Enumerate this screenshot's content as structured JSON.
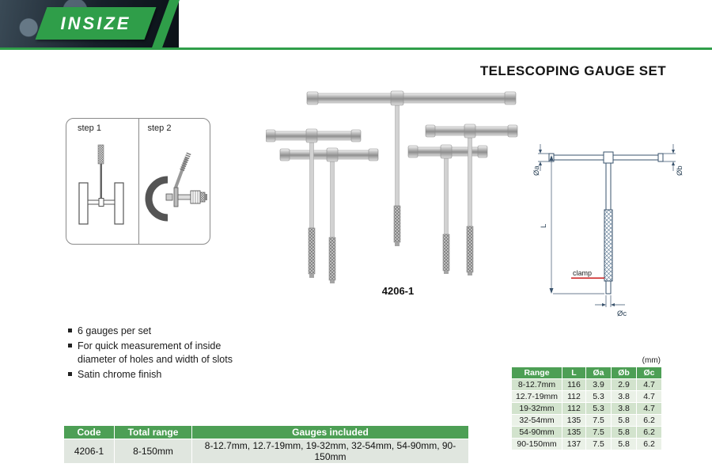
{
  "brand": {
    "logo": "INSIZE"
  },
  "title": "TELESCOPING GAUGE SET",
  "steps": {
    "step1": "step 1",
    "step2": "step 2"
  },
  "product": {
    "code": "4206-1"
  },
  "features": [
    "6 gauges per set",
    "For quick measurement of inside diameter of holes and width of slots",
    "Satin chrome finish"
  ],
  "diagram": {
    "oa": "Øa",
    "ob": "Øb",
    "l": "L",
    "clamp": "clamp",
    "oc": "Øc"
  },
  "spec_table": {
    "unit": "(mm)",
    "headers": [
      "Range",
      "L",
      "Øa",
      "Øb",
      "Øc"
    ],
    "rows": [
      [
        "8-12.7mm",
        "116",
        "3.9",
        "2.9",
        "4.7"
      ],
      [
        "12.7-19mm",
        "112",
        "5.3",
        "3.8",
        "4.7"
      ],
      [
        "19-32mm",
        "112",
        "5.3",
        "3.8",
        "4.7"
      ],
      [
        "32-54mm",
        "135",
        "7.5",
        "5.8",
        "6.2"
      ],
      [
        "54-90mm",
        "135",
        "7.5",
        "5.8",
        "6.2"
      ],
      [
        "90-150mm",
        "137",
        "7.5",
        "5.8",
        "6.2"
      ]
    ]
  },
  "order_table": {
    "headers": [
      "Code",
      "Total range",
      "Gauges included"
    ],
    "rows": [
      [
        "4206-1",
        "8-150mm",
        "8-12.7mm, 12.7-19mm, 19-32mm, 32-54mm, 54-90mm, 90-150mm"
      ]
    ]
  },
  "colors": {
    "brand_green": "#2f9e49",
    "table_header_green": "#4d9f55",
    "row_dark": "#d2e3cd",
    "row_light": "#eaf1e7"
  }
}
